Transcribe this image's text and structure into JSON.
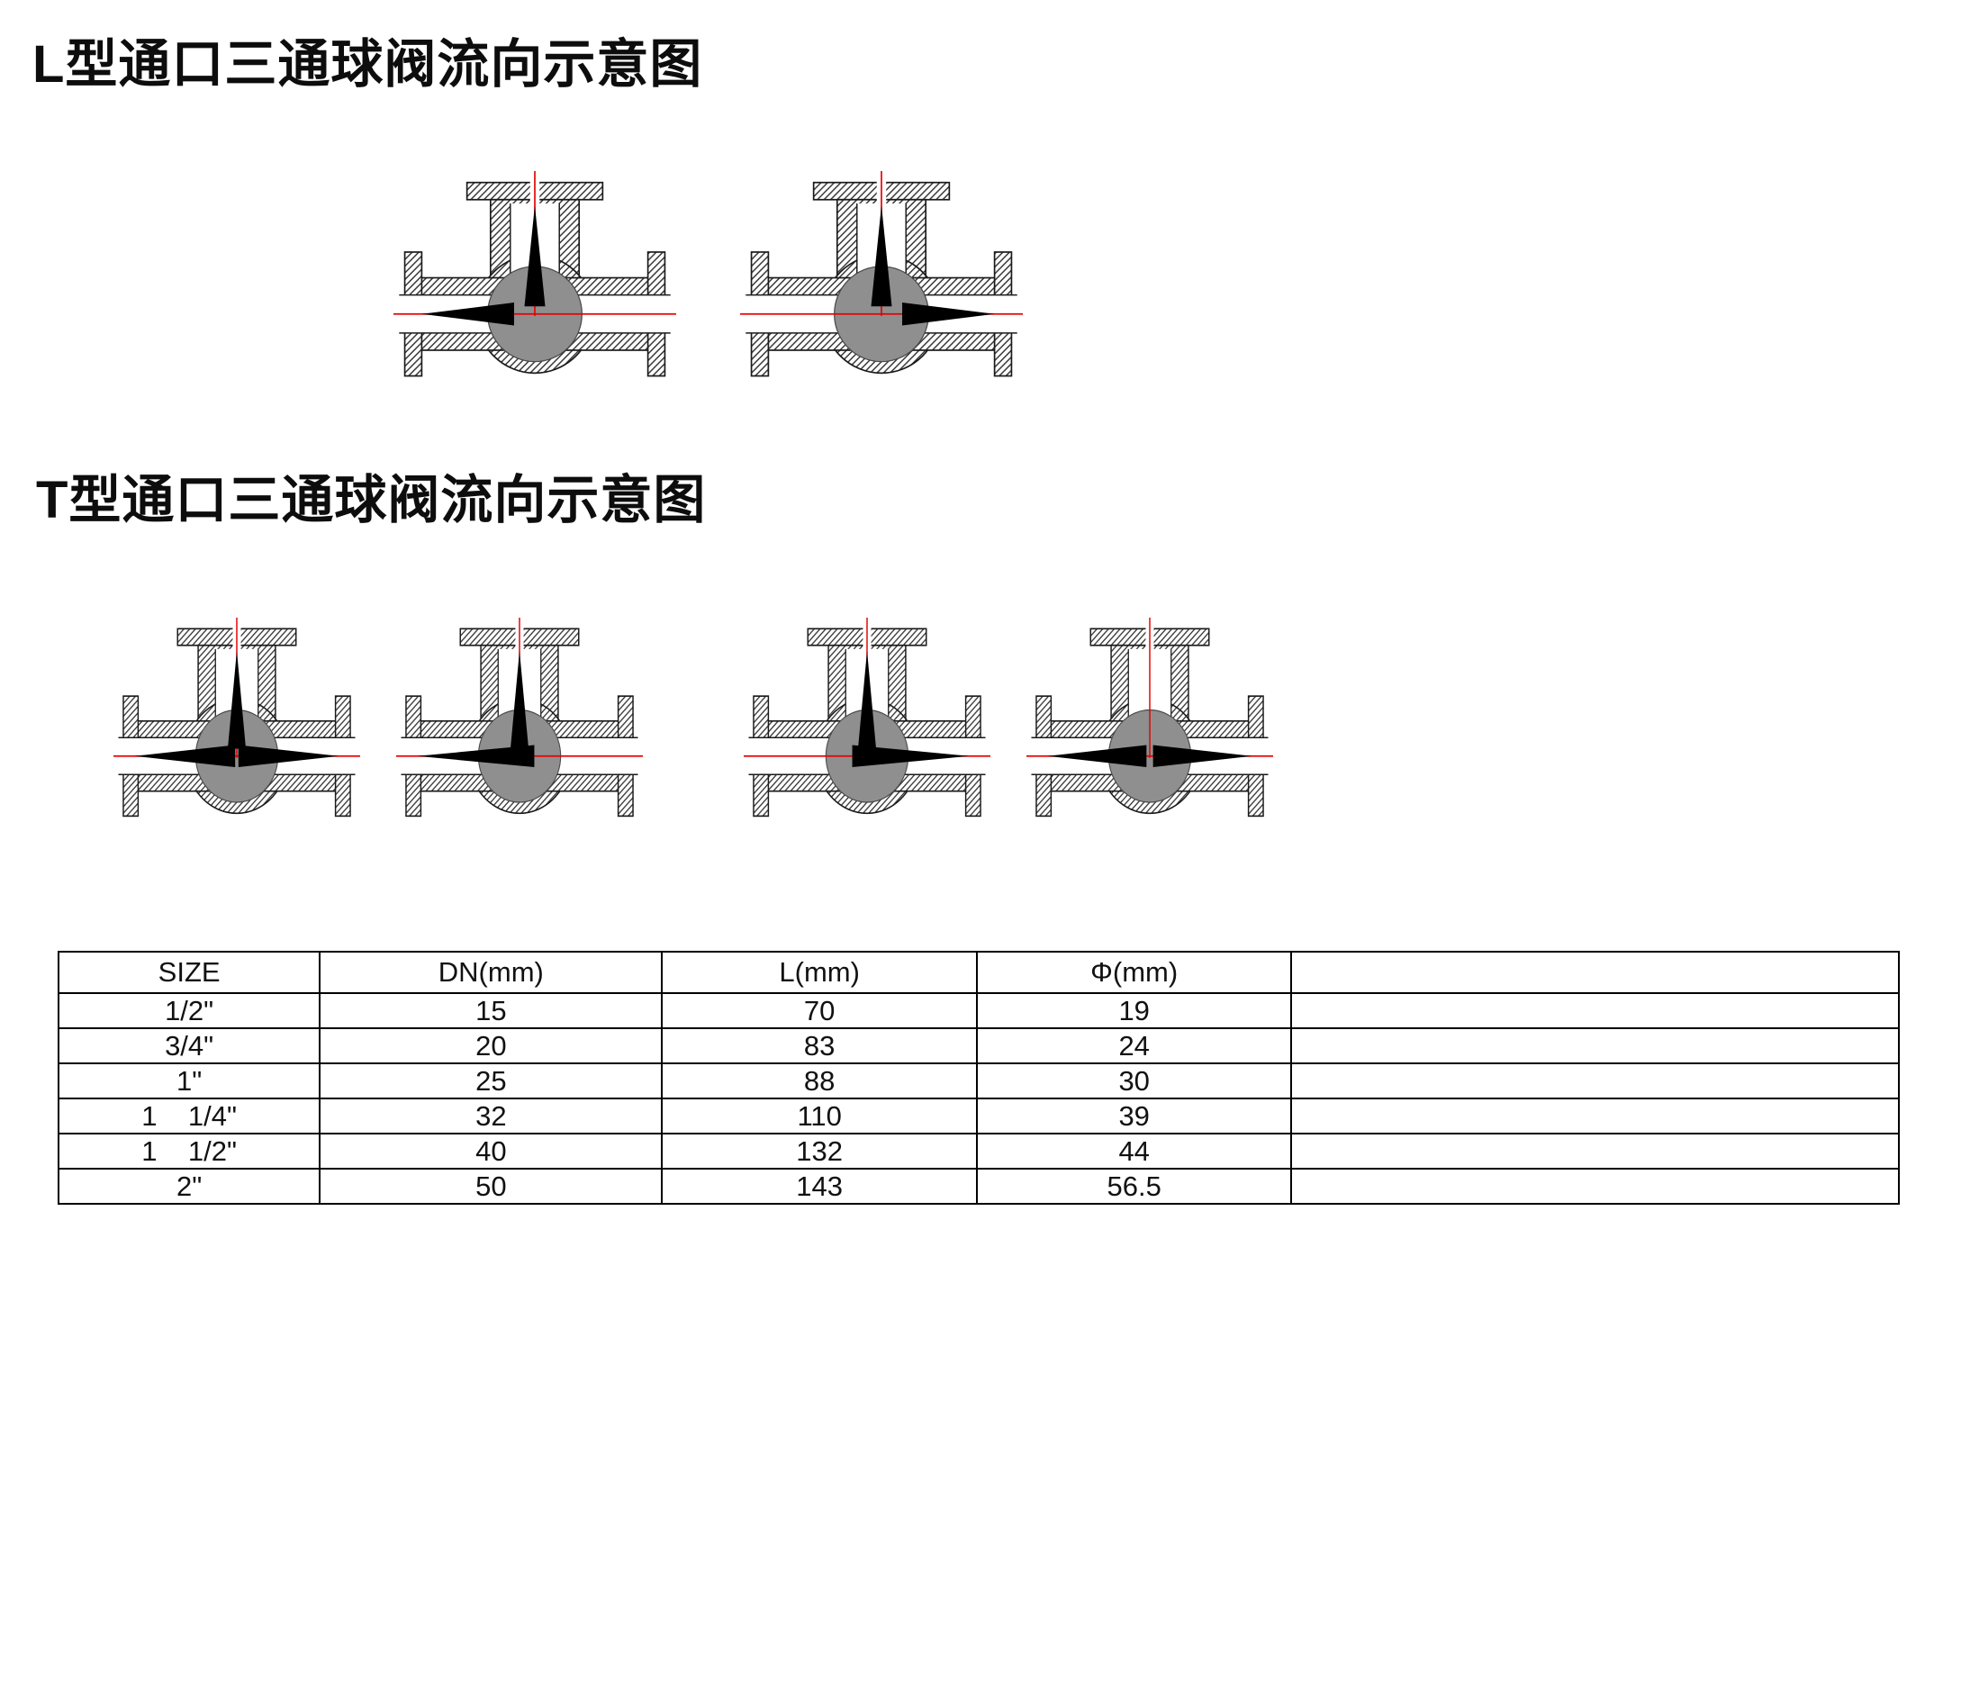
{
  "sections": {
    "l_title": "L型通口三通球阀流向示意图",
    "t_title": "T型通口三通球阀流向示意图"
  },
  "diagram": {
    "colors": {
      "ball": "#8f8f8f",
      "centerline": "#e60000",
      "arrow": "#000000",
      "outline": "#1a1a1a"
    },
    "valves": [
      {
        "id": "l-valve-1",
        "type": "L",
        "flow": "left-and-up",
        "arrows": [
          {
            "dir": "up",
            "tip": 36,
            "base": 142
          },
          {
            "dir": "left",
            "tip": 30,
            "base": 128
          }
        ]
      },
      {
        "id": "l-valve-2",
        "type": "L",
        "flow": "right-and-up",
        "arrows": [
          {
            "dir": "up",
            "tip": 36,
            "base": 142
          },
          {
            "dir": "right",
            "tip": 270,
            "base": 172
          }
        ]
      },
      {
        "id": "t-valve-1",
        "type": "T",
        "flow": "left-right-and-up",
        "arrows": [
          {
            "dir": "up",
            "tip": 36,
            "base": 142
          },
          {
            "dir": "left",
            "tip": 26,
            "base": 148
          },
          {
            "dir": "right",
            "tip": 274,
            "base": 152
          }
        ]
      },
      {
        "id": "t-valve-2",
        "type": "T",
        "flow": "left-and-up",
        "arrows": [
          {
            "dir": "up",
            "tip": 36,
            "base": 142
          },
          {
            "dir": "left",
            "tip": 26,
            "base": 168
          }
        ]
      },
      {
        "id": "t-valve-3",
        "type": "T",
        "flow": "right-and-up",
        "arrows": [
          {
            "dir": "up",
            "tip": 36,
            "base": 142
          },
          {
            "dir": "right",
            "tip": 274,
            "base": 132
          }
        ]
      },
      {
        "id": "t-valve-4",
        "type": "T",
        "flow": "straight-through",
        "arrows": [
          {
            "dir": "left",
            "tip": 26,
            "base": 146
          },
          {
            "dir": "right",
            "tip": 274,
            "base": 154
          }
        ]
      }
    ]
  },
  "table": {
    "headers": [
      "SIZE",
      "DN(mm)",
      "L(mm)",
      "Φ(mm)",
      ""
    ],
    "col_widths_pct": [
      14.2,
      18.6,
      17.1,
      17.1,
      33.0
    ],
    "rows": [
      [
        "1/2\"",
        "15",
        "70",
        "19",
        ""
      ],
      [
        "3/4\"",
        "20",
        "83",
        "24",
        ""
      ],
      [
        "1\"",
        "25",
        "88",
        "30",
        ""
      ],
      [
        "1    1/4\"",
        "32",
        "110",
        "39",
        ""
      ],
      [
        "1    1/2\"",
        "40",
        "132",
        "44",
        ""
      ],
      [
        "2\"",
        "50",
        "143",
        "56.5",
        ""
      ]
    ]
  }
}
